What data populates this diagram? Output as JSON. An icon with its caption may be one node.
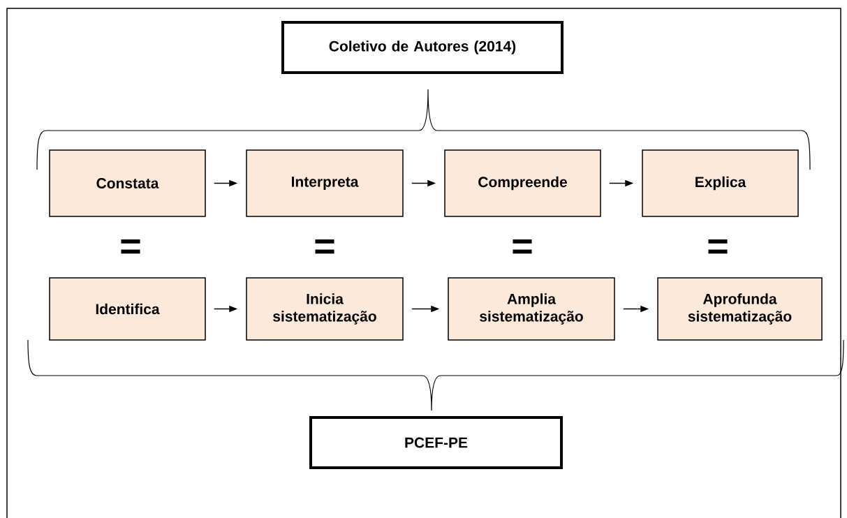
{
  "diagram": {
    "nodes": [
      {
        "text": [
          "Coletivo de Autores (2014)"
        ]
      },
      {
        "text": [
          "Constata"
        ]
      },
      {
        "text": [
          "Interpreta"
        ]
      },
      {
        "text": [
          "Compreende"
        ]
      },
      {
        "text": [
          "Explica"
        ]
      },
      {
        "text": [
          "Identifica"
        ]
      },
      {
        "text": [
          "Inicia sistematização"
        ]
      },
      {
        "text": [
          "Amplia sistematização"
        ]
      },
      {
        "text": [
          "Aprofunda sistematização"
        ]
      },
      {
        "text": [
          "PCEF-PE"
        ]
      }
    ],
    "edges": [
      {
        "from": 1,
        "to": 2,
        "arrow": "to"
      },
      {
        "from": 2,
        "to": 3,
        "arrow": "to"
      },
      {
        "from": 3,
        "to": 4,
        "arrow": "to"
      },
      {
        "from": 5,
        "to": 6,
        "arrow": "to"
      },
      {
        "from": 6,
        "to": 7,
        "arrow": "to"
      },
      {
        "from": 7,
        "to": 8,
        "arrow": "to"
      }
    ],
    "labels": [
      "=",
      "=",
      "=",
      "="
    ]
  }
}
